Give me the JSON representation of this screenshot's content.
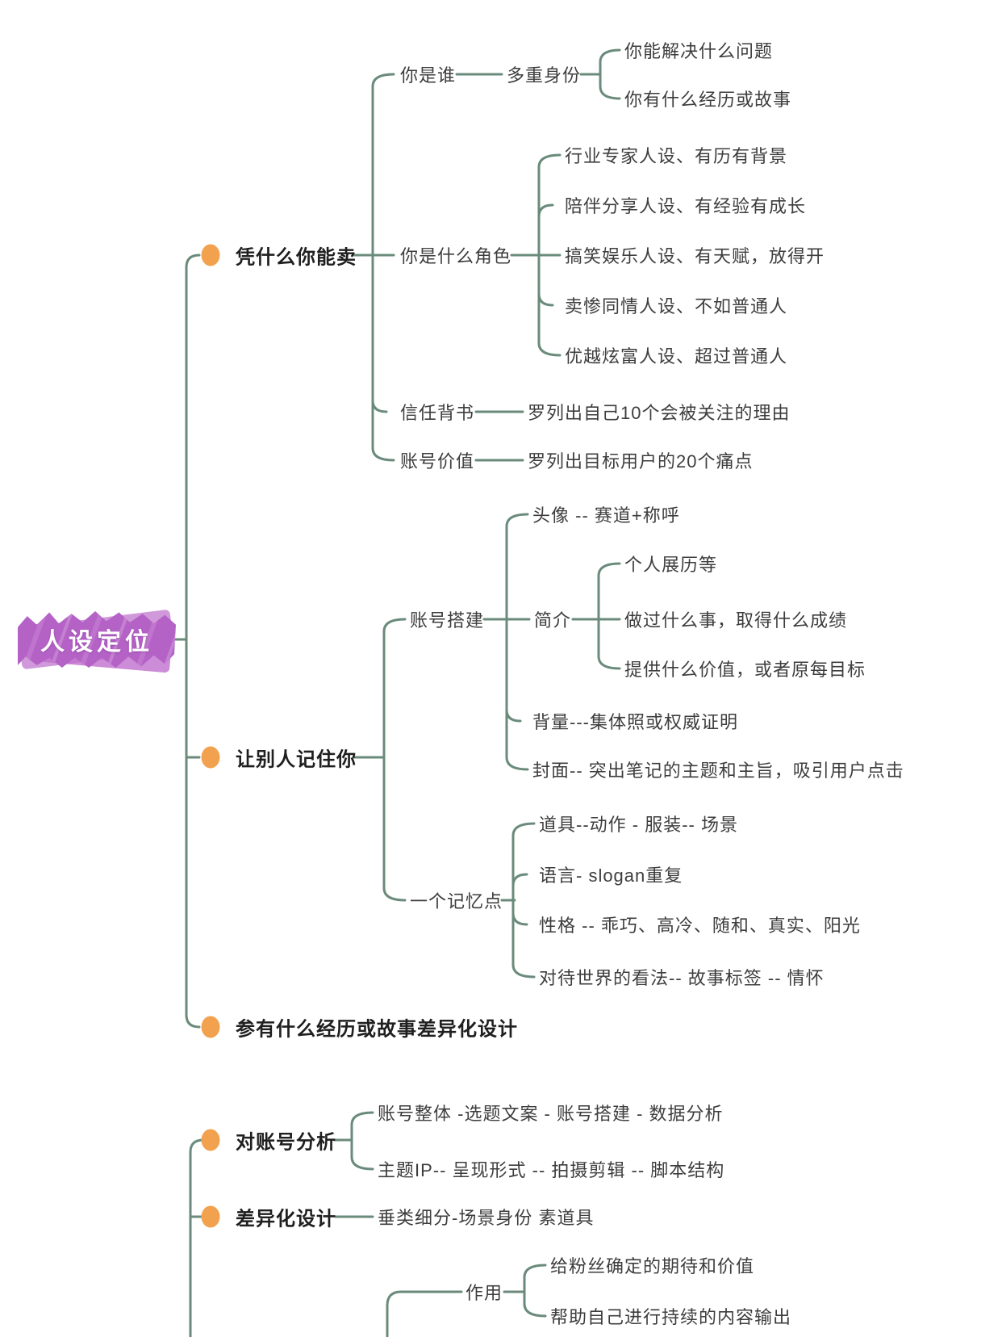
{
  "colors": {
    "line": "#6a8b7b",
    "bullet": "#F2A24E",
    "root_bg": "#b462c6",
    "root_text": "#ffffff"
  },
  "tree": {
    "label": "人设定位",
    "children": [
      {
        "label": "凭什么你能卖",
        "children": [
          {
            "label": "你是谁",
            "children": [
              {
                "label": "多重身份",
                "children": [
                  {
                    "label": "你能解决什么问题"
                  },
                  {
                    "label": "你有什么经历或故事"
                  }
                ]
              }
            ]
          },
          {
            "label": "你是什么角色",
            "children": [
              {
                "label": "行业专家人设、有历有背景"
              },
              {
                "label": "陪伴分享人设、有经验有成长"
              },
              {
                "label": "搞笑娱乐人设、有天赋，放得开"
              },
              {
                "label": "卖惨同情人设、不如普通人"
              },
              {
                "label": "优越炫富人设、超过普通人"
              }
            ]
          },
          {
            "label": "信任背书",
            "children": [
              {
                "label": "罗列出自己10个会被关注的理由"
              }
            ]
          },
          {
            "label": "账号价值",
            "children": [
              {
                "label": "罗列出目标用户的20个痛点"
              }
            ]
          }
        ]
      },
      {
        "label": "让别人记住你",
        "children": [
          {
            "label": "账号搭建",
            "children": [
              {
                "label": "头像 -- 赛道+称呼"
              },
              {
                "label": "简介",
                "children": [
                  {
                    "label": "个人展历等"
                  },
                  {
                    "label": "做过什么事，取得什么成绩"
                  },
                  {
                    "label": "提供什么价值，或者原每目标"
                  }
                ]
              },
              {
                "label": "背量---集体照或权威证明"
              },
              {
                "label": "封面-- 突出笔记的主题和主旨，吸引用户点击"
              }
            ]
          },
          {
            "label": "一个记忆点",
            "children": [
              {
                "label": "道具--动作 - 服装-- 场景"
              },
              {
                "label": "语言- slogan重复"
              },
              {
                "label": "性格 -- 乖巧、高冷、随和、真实、阳光"
              },
              {
                "label": "对待世界的看法-- 故事标签 -- 情怀"
              }
            ]
          }
        ]
      },
      {
        "label": "参有什么经历或故事差异化设计"
      },
      {
        "label": "对账号分析",
        "children": [
          {
            "label": "账号整体 -选题文案 - 账号搭建 - 数据分析"
          },
          {
            "label": "主题IP-- 呈现形式 -- 拍摄剪辑 -- 脚本结构"
          }
        ]
      },
      {
        "label": "差异化设计",
        "children": [
          {
            "label": "垂类细分-场景身份 素道具"
          }
        ]
      },
      {
        "children": [
          {
            "label": "作用",
            "children": [
              {
                "label": "给粉丝确定的期待和价值"
              },
              {
                "label": "帮助自己进行持续的内容输出"
              }
            ]
          }
        ]
      }
    ]
  }
}
